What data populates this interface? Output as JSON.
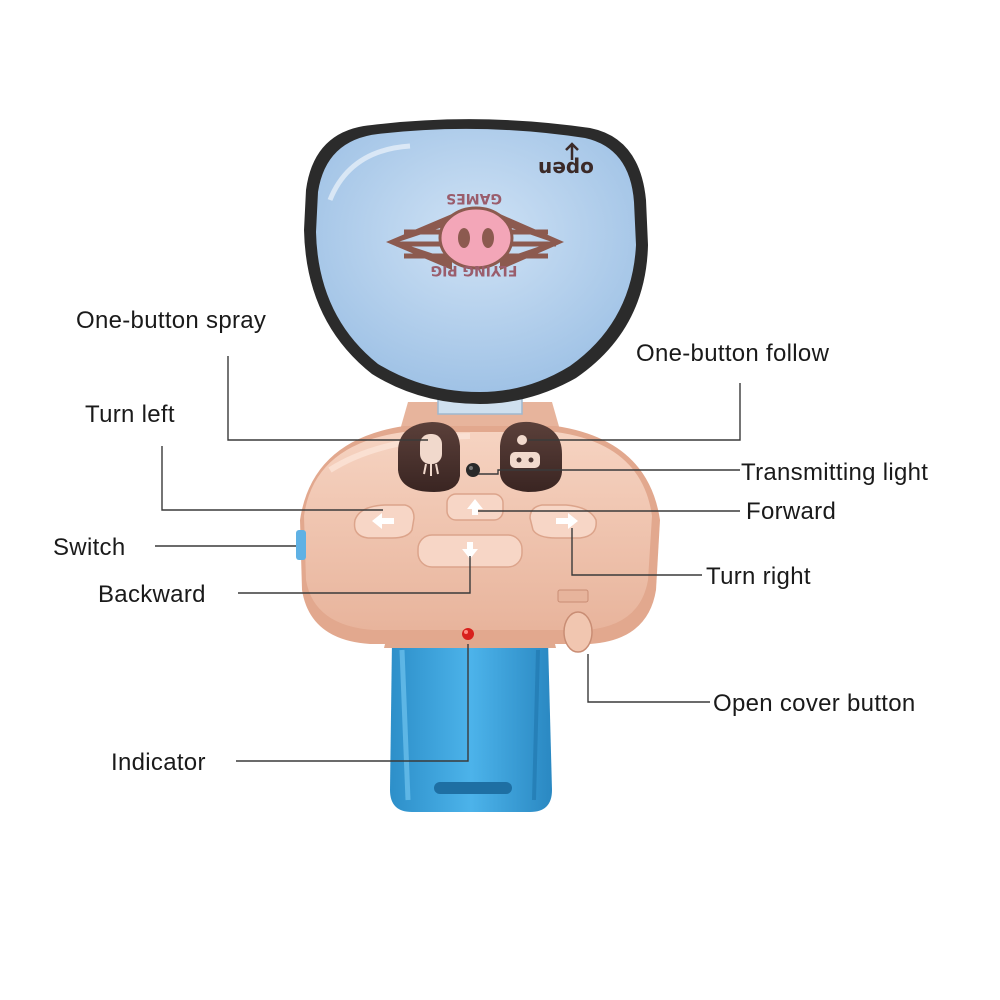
{
  "callouts": {
    "one_button_spray": "One-button spray",
    "one_button_follow": "One-button follow",
    "turn_left": "Turn left",
    "transmitting_light": "Transmitting light",
    "forward": "Forward",
    "switch": "Switch",
    "turn_right": "Turn right",
    "backward": "Backward",
    "open_cover_button": "Open cover button",
    "indicator": "Indicator"
  },
  "cover": {
    "brand_top": "GAMES",
    "brand_bottom": "FLYING PIG",
    "open_label": "open"
  },
  "colors": {
    "strap": "#3aa7e3",
    "body": "#f1c6b0",
    "cover_glass": "#b8d4ef",
    "snout": "#f3a6b8",
    "button_dark": "#4a3430",
    "indicator": "#d8201c"
  }
}
